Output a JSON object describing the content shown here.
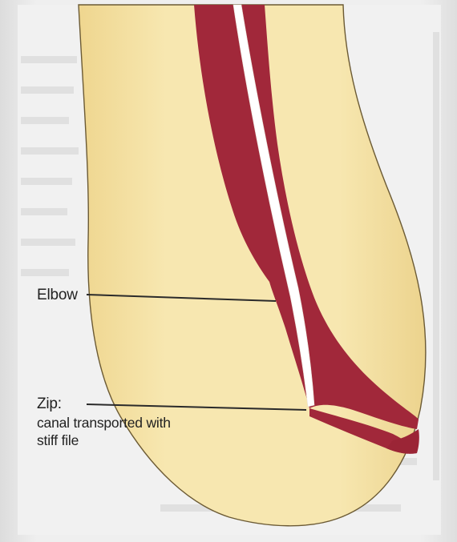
{
  "labels": {
    "elbow": "Elbow",
    "zip_title": "Zip:",
    "zip_desc_line1": "canal transported with",
    "zip_desc_line2": "stiff file"
  },
  "colors": {
    "dentin": "#f5e4a8",
    "dentin_edge": "#e7cf86",
    "canal": "#a1283a",
    "file": "#ffffff",
    "page_background": "#ececec",
    "leader_line": "#2a2a2a"
  }
}
